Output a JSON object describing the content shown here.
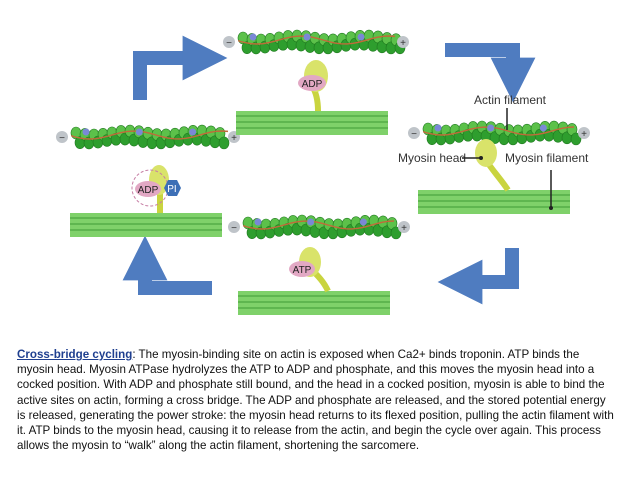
{
  "diagram": {
    "labels": {
      "actin_filament": "Actin filament",
      "myosin_head": "Myosin head",
      "myosin_filament": "Myosin filament"
    },
    "heads": {
      "top": "ADP",
      "left_adp": "ADP",
      "left_pi": "PI",
      "bottom": "ATP"
    },
    "signs": {
      "minus": "−",
      "plus": "+"
    },
    "colors": {
      "actin_green": "#2e9e2e",
      "filament_green": "#6fcf5a",
      "arrow_blue": "#4f7cc0",
      "head_yellow": "#d9e36a",
      "adp_pink": "#e2a8c4",
      "pi_blue": "#3d6fb6"
    }
  },
  "caption": {
    "title": "Cross-bridge cycling",
    "body": ": The myosin-binding site on actin is exposed when Ca2+ binds troponin. ATP binds the myosin head. Myosin ATPase hydrolyzes the ATP to ADP and phosphate, and this moves the myosin head into a cocked position. With ADP and phosphate still bound, and the head in a cocked position, myosin is able to bind the active sites on actin, forming a cross bridge. The ADP and phosphate are released, and the stored potential energy is released, generating the power stroke: the myosin head returns to its flexed position, pulling the actin filament with it. ATP binds to the myosin head, causing it to release from the actin, and begin the cycle over again. This process allows the myosin to “walk” along the actin filament, shortening the sarcomere."
  }
}
